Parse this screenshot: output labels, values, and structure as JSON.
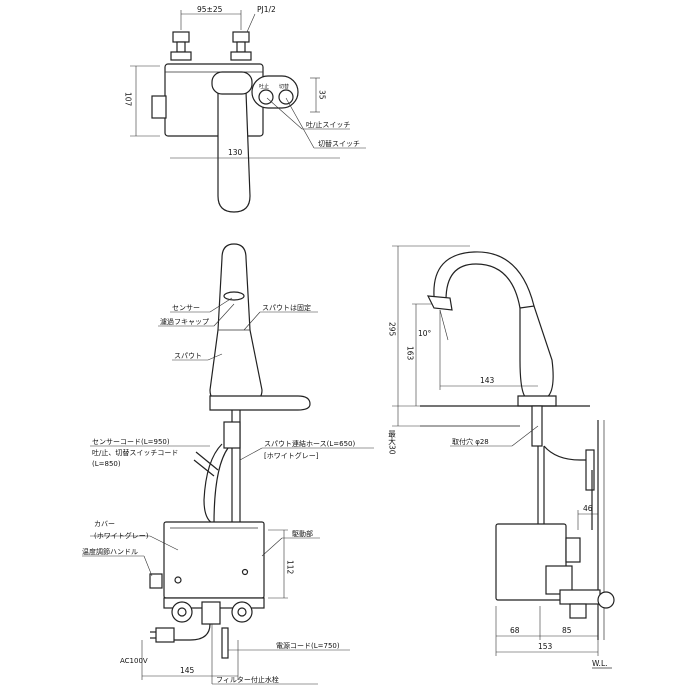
{
  "dimensions": {
    "pitch": "95±25",
    "pipe": "PJ1/2",
    "height_top": "107",
    "depth_top": "130",
    "sw_offset": "35",
    "total_height": "295",
    "spout_height": "163",
    "reach": "143",
    "angle": "10°",
    "max_thickness": "最大30",
    "box_height": "112",
    "box_width": "145",
    "w_left": "68",
    "w_right": "85",
    "w_total": "153",
    "w_46": "46"
  },
  "labels": {
    "on_off_switch": "吐/止スイッチ",
    "select_switch": "切替スイッチ",
    "sensor": "センサー",
    "filter_cap": "濾過フキャップ",
    "spout": "スパウト",
    "spout_fixed": "スパウトは固定",
    "sensor_cord": "センサーコード(L=950)",
    "switch_cord_1": "吐/止、切替スイッチコード",
    "switch_cord_2": "(L=850)",
    "hose_1": "スパウト連結ホース(L=650)",
    "hose_2": "[ホワイトグレー]",
    "cover_1": "カバー",
    "cover_2": "(ホワイトグレー)",
    "temp_handle": "温度調節ハンドル",
    "drive_unit": "駆動部",
    "power_cord": "電源コード(L=750)",
    "ac_power": "AC100V",
    "filter_valve": "フィルター付止水栓",
    "mount_hole": "取付穴 φ28",
    "water_line": "W.L.",
    "btn_left": "吐止",
    "btn_right": "切替"
  }
}
